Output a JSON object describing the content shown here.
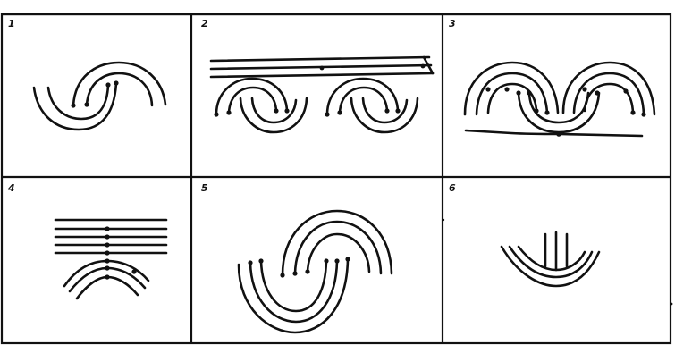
{
  "figure": {
    "panels": [
      {
        "label": "1",
        "description_icon": "two-interlocking-arc-motif"
      },
      {
        "label": "2",
        "description_icon": "arcs-under-horizontal-lines"
      },
      {
        "label": "3",
        "description_icon": "continuous-wave-of-arcs"
      },
      {
        "label": "4",
        "description_icon": "horizontal-lines-over-nested-arcs"
      },
      {
        "label": "5",
        "description_icon": "large-s-shaped-arc-pair"
      },
      {
        "label": "6",
        "description_icon": "v-shaped-nested-arcs-with-vertical-lines"
      }
    ]
  }
}
